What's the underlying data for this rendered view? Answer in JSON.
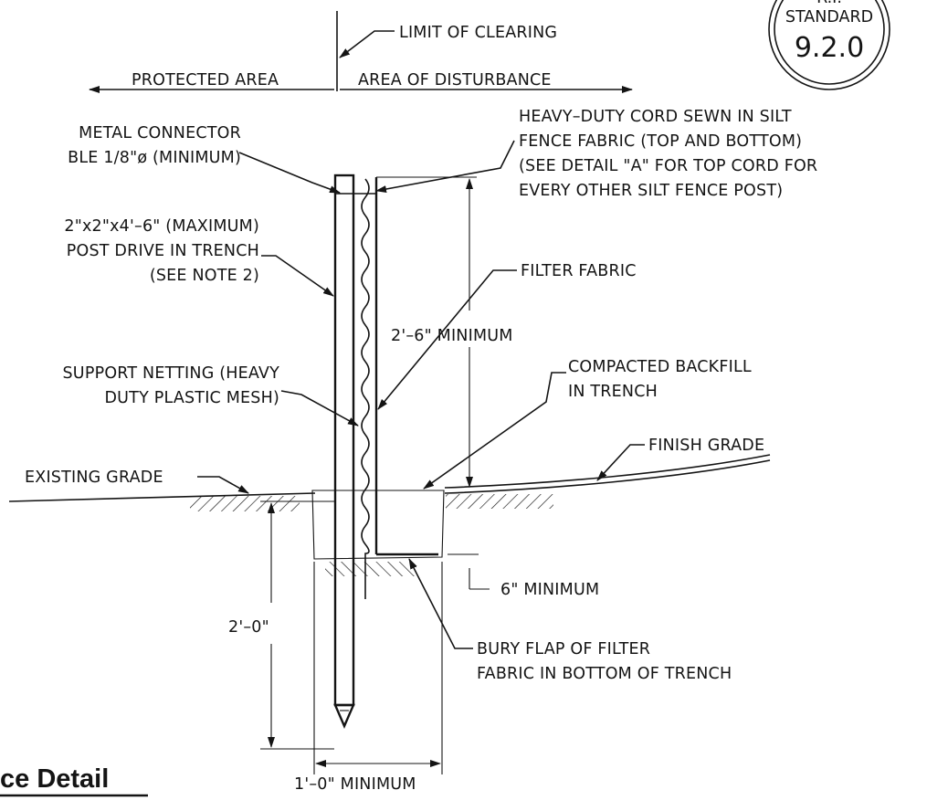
{
  "badge": {
    "top_text": "R.I.",
    "title": "STANDARD",
    "number": "9.2.0"
  },
  "heading": "ce Detail",
  "labels": {
    "limit_of_clearing": "LIMIT OF CLEARING",
    "protected_area": "PROTECTED AREA",
    "area_of_disturbance": "AREA OF DISTURBANCE",
    "metal_connector_1": "METAL CONNECTOR",
    "metal_connector_2": "BLE 1/8\"ø (MINIMUM)",
    "cord_1": "HEAVY–DUTY CORD SEWN IN SILT",
    "cord_2": "FENCE FABRIC (TOP AND BOTTOM)",
    "cord_3": "(SEE DETAIL \"A\" FOR TOP CORD FOR",
    "cord_4": "EVERY OTHER SILT FENCE POST)",
    "post_1": "2\"x2\"x4'–6\" (MAXIMUM)",
    "post_2": "POST DRIVE IN TRENCH",
    "post_3": "(SEE NOTE 2)",
    "filter_fabric": "FILTER FABRIC",
    "height_dim": "2'–6\" MINIMUM",
    "netting_1": "SUPPORT NETTING (HEAVY",
    "netting_2": "DUTY PLASTIC MESH)",
    "backfill_1": "COMPACTED BACKFILL",
    "backfill_2": "IN TRENCH",
    "finish_grade": "FINISH GRADE",
    "existing_grade": "EXISTING GRADE",
    "depth_dim": "6\" MINIMUM",
    "embed_dim": "2'–0\"",
    "bury_1": "BURY FLAP OF FILTER",
    "bury_2": "FABRIC IN BOTTOM OF TRENCH",
    "width_dim": "1'–0\" MINIMUM"
  }
}
